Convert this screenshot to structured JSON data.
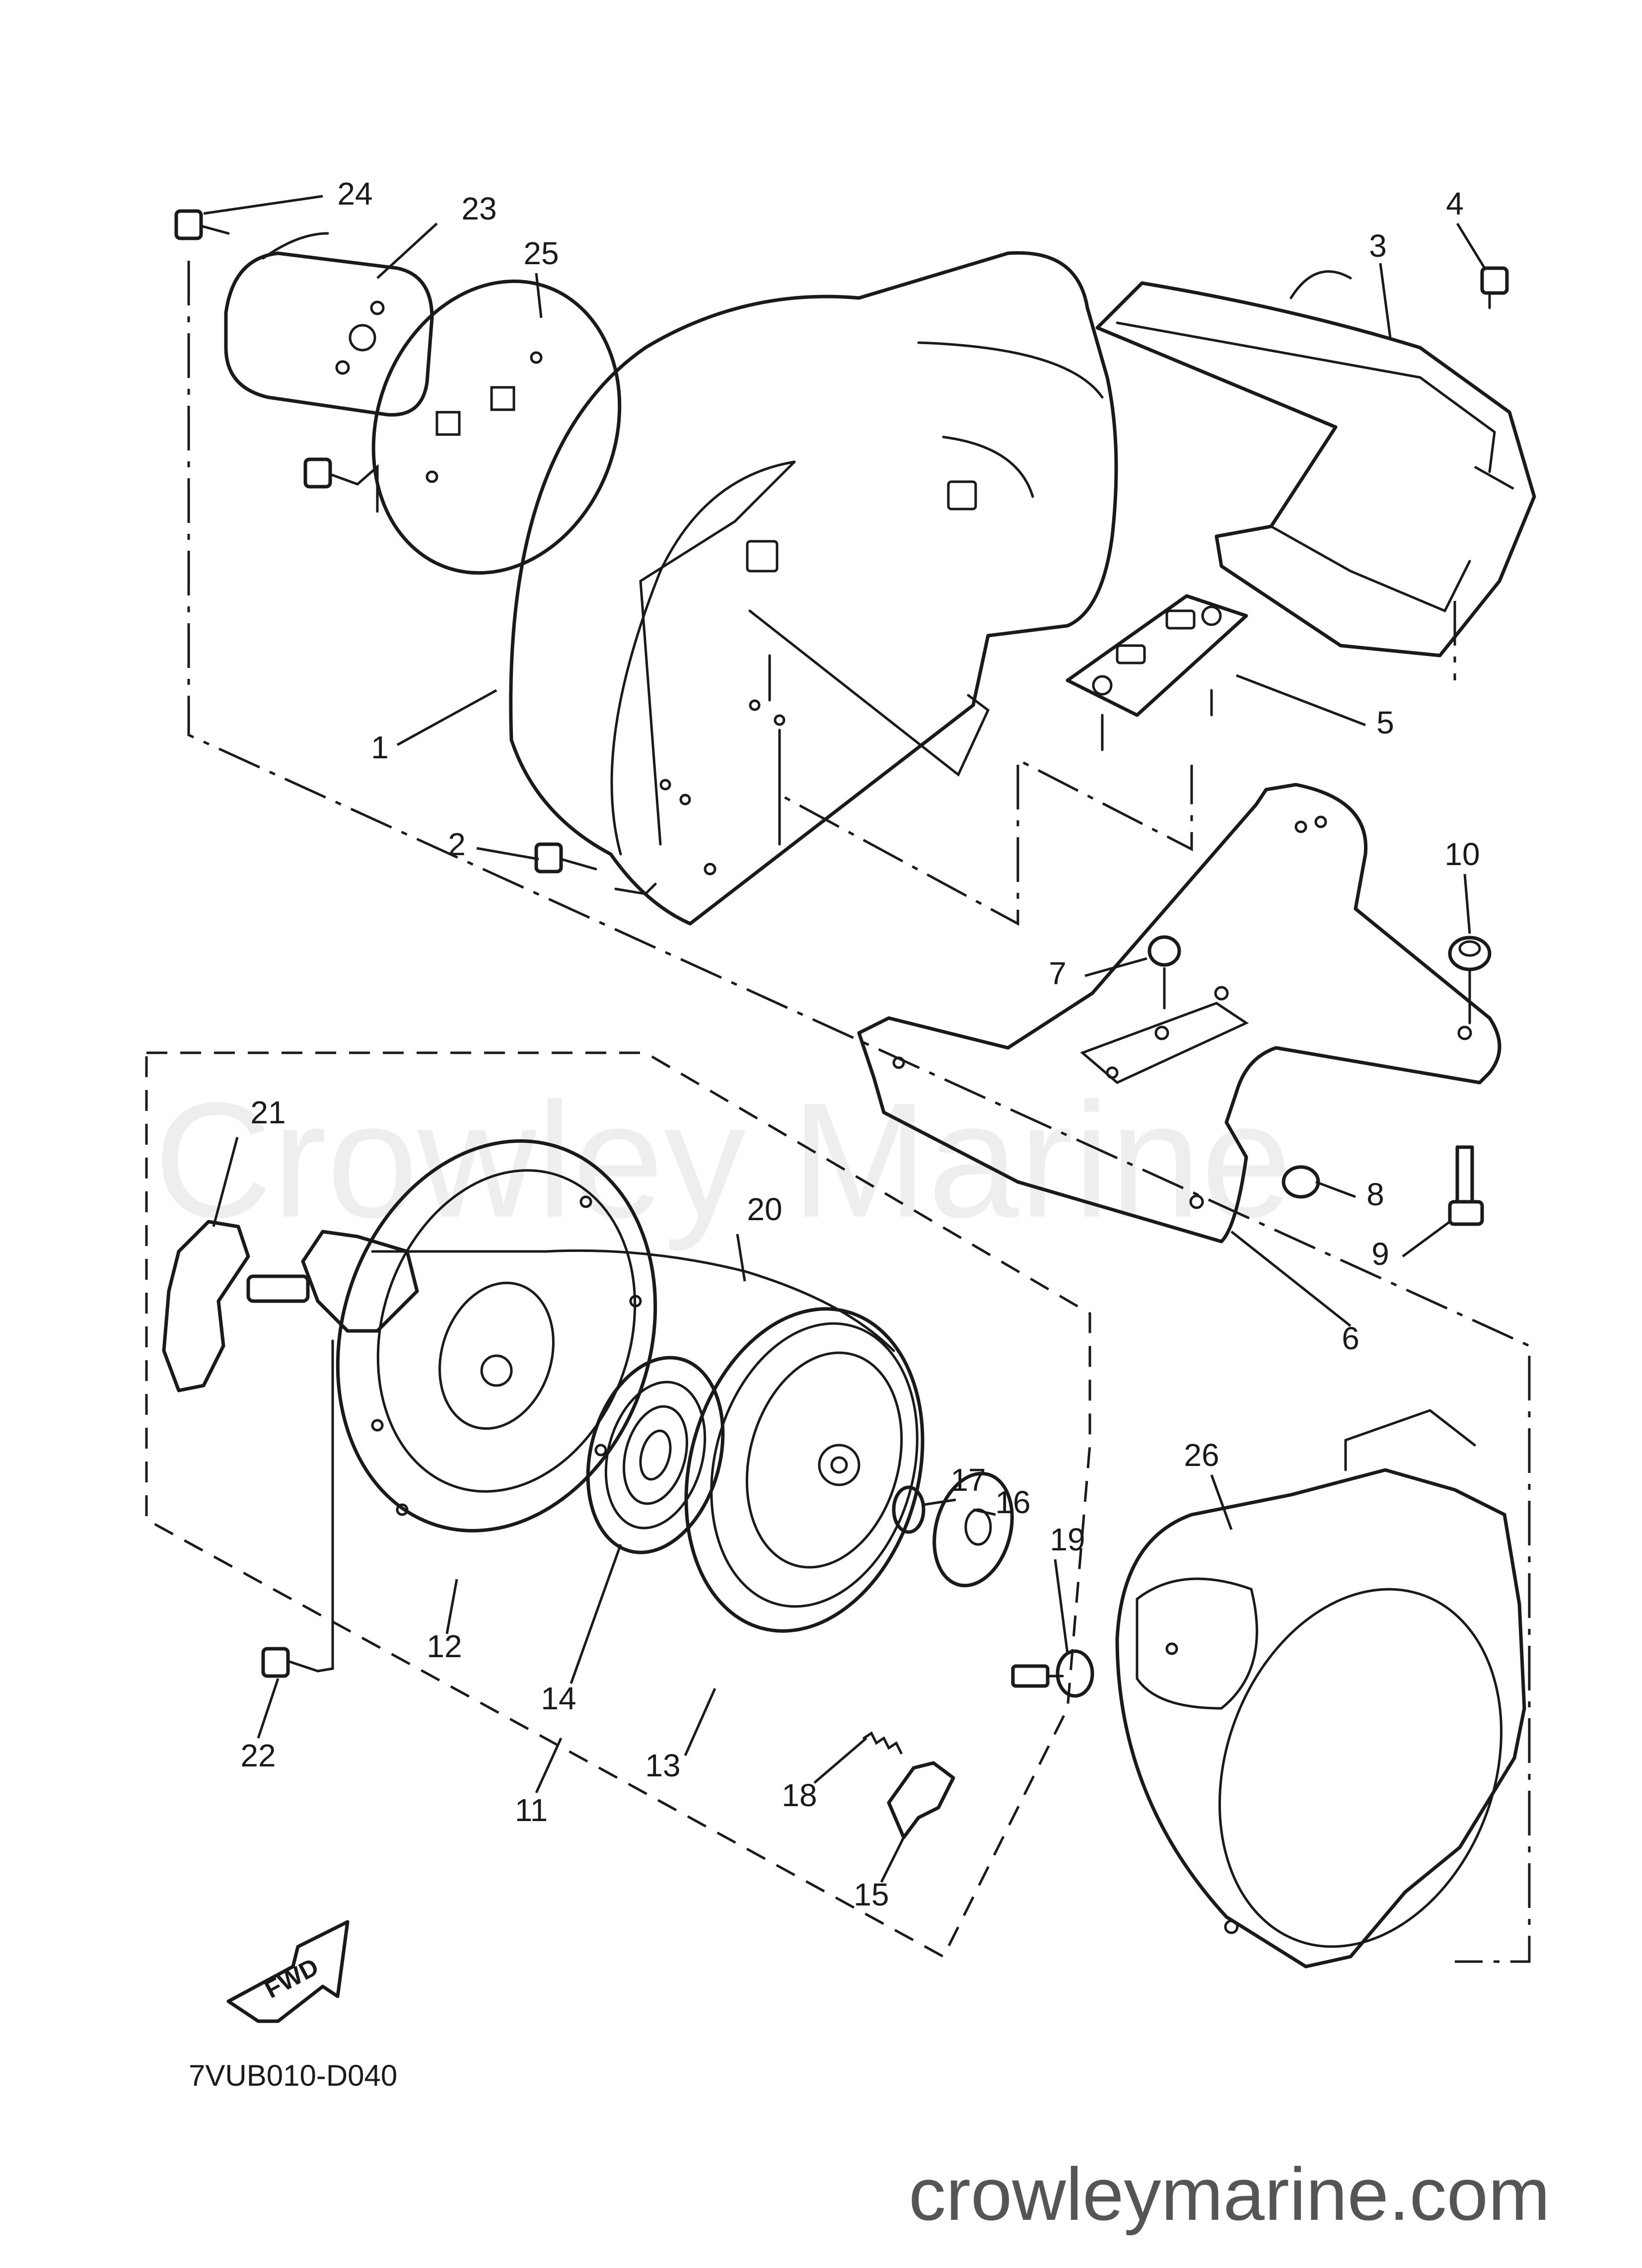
{
  "diagram": {
    "code": "7VUB010-D040",
    "watermark": "Crowley Marine",
    "site": "crowleymarine.com",
    "fwd_label": "FWD",
    "callouts": [
      "1",
      "2",
      "3",
      "4",
      "5",
      "6",
      "7",
      "8",
      "9",
      "10",
      "11",
      "12",
      "13",
      "14",
      "15",
      "16",
      "17",
      "18",
      "19",
      "20",
      "21",
      "22",
      "23",
      "24",
      "25",
      "26"
    ]
  }
}
